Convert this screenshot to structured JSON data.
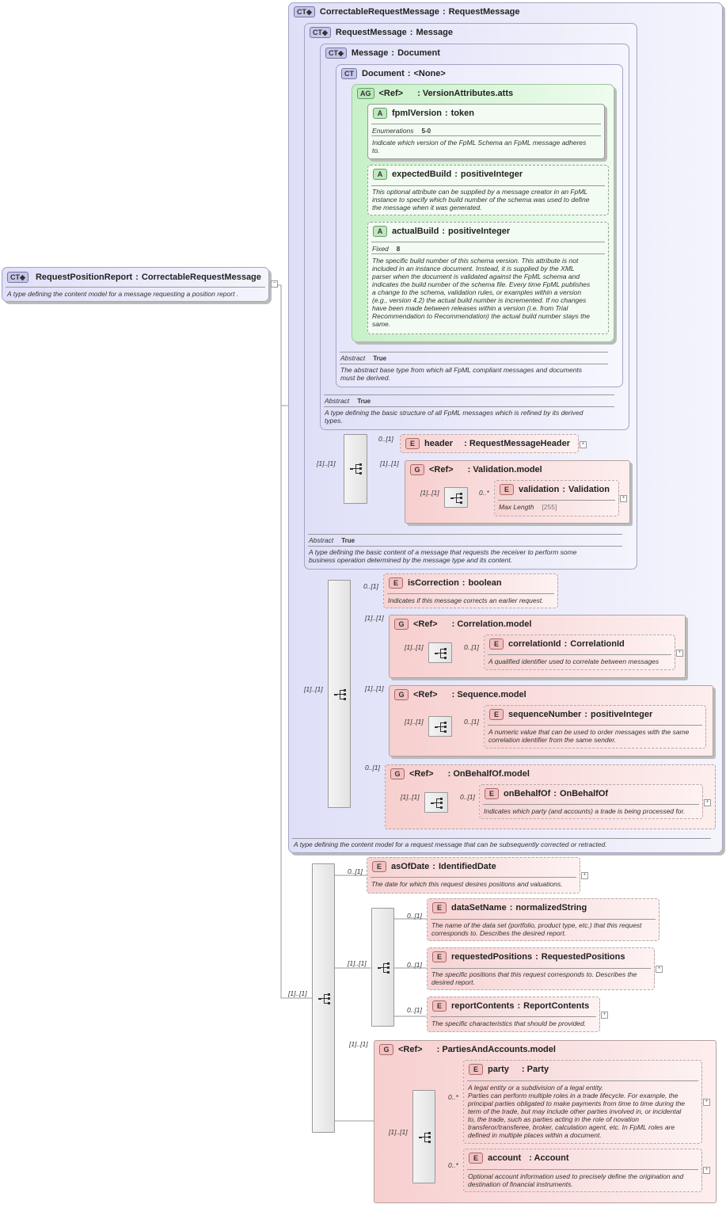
{
  "root": {
    "tag": "CT",
    "name": "RequestPositionReport",
    "type": "CorrectableRequestMessage",
    "doc": "A type defining the content model for a message requesting a position report ."
  },
  "crm": {
    "tag": "CT",
    "name": "CorrectableRequestMessage",
    "type": "RequestMessage",
    "doc": "A type defining the content model for a request message that can be subsequently corrected or retracted."
  },
  "rm": {
    "tag": "CT",
    "name": "RequestMessage",
    "type": "Message",
    "abstract_label": "Abstract",
    "abstract_val": "True",
    "doc": "A type defining the basic content of a message that requests the receiver to perform some\nbusiness operation determined by the message type and its content."
  },
  "msg": {
    "tag": "CT",
    "name": "Message",
    "type": "Document",
    "abstract_label": "Abstract",
    "abstract_val": "True",
    "doc": "A type defining the basic structure of all FpML messages which is refined by its derived\ntypes."
  },
  "docu": {
    "tag": "CT",
    "name": "Document",
    "type": "<None>",
    "abstract_label": "Abstract",
    "abstract_val": "True",
    "doc": "The abstract base type from which all FpML compliant messages and documents\nmust be derived."
  },
  "ag": {
    "tag": "AG",
    "ref": "<Ref>",
    "name": "VersionAttributes.atts"
  },
  "attrs": [
    {
      "tag": "A",
      "name": "fpmlVersion",
      "type": "token",
      "prop_label": "Enumerations",
      "prop_val": "5-0",
      "doc": "Indicate which version of the FpML Schema an FpML message adheres\nto."
    },
    {
      "tag": "A",
      "name": "expectedBuild",
      "type": "positiveInteger",
      "doc": "This optional attribute can be supplied by a message creator in an FpML\ninstance to specify which build number of the schema was used to define\nthe message when it was generated."
    },
    {
      "tag": "A",
      "name": "actualBuild",
      "type": "positiveInteger",
      "prop_label": "Fixed",
      "prop_val": "8",
      "doc": "The specific build number of this schema version. This attribute is not\nincluded in an instance document. Instead, it is supplied by the XML\nparser when the document is validated against the FpML schema and\nindicates the build number of the schema file. Every time FpML publishes\na change to the schema, validation rules, or examples within a version\n(e.g., version 4.2) the actual build number is incremented. If no changes\nhave been made between releases within a version (i.e. from Trial\nRecommendation to Recommendation) the actual build number stays the\nsame."
    }
  ],
  "header_el": {
    "tag": "E",
    "name": "header",
    "type": "RequestMessageHeader"
  },
  "validation_grp": {
    "tag": "G",
    "ref": "<Ref>",
    "name": "Validation.model"
  },
  "validation_el": {
    "tag": "E",
    "name": "validation",
    "type": "Validation",
    "prop_label": "Max Length",
    "prop_val": "[255]"
  },
  "isCorrection": {
    "tag": "E",
    "name": "isCorrection",
    "type": "boolean",
    "doc": "Indicates if this message corrects an earlier request."
  },
  "correlation_grp": {
    "tag": "G",
    "ref": "<Ref>",
    "name": "Correlation.model"
  },
  "correlationId": {
    "tag": "E",
    "name": "correlationId",
    "type": "CorrelationId",
    "doc": "A qualified identifier used to correlate between messages"
  },
  "sequence_grp": {
    "tag": "G",
    "ref": "<Ref>",
    "name": "Sequence.model"
  },
  "sequenceNumber": {
    "tag": "E",
    "name": "sequenceNumber",
    "type": "positiveInteger",
    "doc": "A numeric value that can be used to order messages with the same\ncorrelation identifier from the same sender."
  },
  "onbehalf_grp": {
    "tag": "G",
    "ref": "<Ref>",
    "name": "OnBehalfOf.model"
  },
  "onBehalfOf": {
    "tag": "E",
    "name": "onBehalfOf",
    "type": "OnBehalfOf",
    "doc": "Indicates which party (and accounts) a trade is being processed for."
  },
  "asOfDate": {
    "tag": "E",
    "name": "asOfDate",
    "type": "IdentifiedDate",
    "doc": "The date for which this request desires positions and valuations."
  },
  "dataSetName": {
    "tag": "E",
    "name": "dataSetName",
    "type": "normalizedString",
    "doc": "The name of the data set (portfolio, product type, etc.) that this request\ncorresponds to. Describes the desired report."
  },
  "requestedPositions": {
    "tag": "E",
    "name": "requestedPositions",
    "type": "RequestedPositions",
    "doc": "The specific positions that this request corresponds to. Describes the\ndesired report."
  },
  "reportContents": {
    "tag": "E",
    "name": "reportContents",
    "type": "ReportContents",
    "doc": "The specific characteristics that should be provided."
  },
  "parties_grp": {
    "tag": "G",
    "ref": "<Ref>",
    "name": "PartiesAndAccounts.model"
  },
  "party": {
    "tag": "E",
    "name": "party",
    "type": "Party",
    "doc": "A legal entity or a subdivision of a legal entity.\nParties can perform multiple roles in a trade lifecycle. For example, the\nprincipal parties obligated to make payments from time to time during the\nterm of the trade, but may include other parties involved in, or incidental\nto, the trade, such as parties acting in the role of novation\ntransferor/transferee, broker, calculation agent, etc. In FpML roles are\ndefined in multiple places within a document."
  },
  "account": {
    "tag": "E",
    "name": "account",
    "type": "Account",
    "doc": "Optional account information used to precisely define the origination and\ndestination of financial instruments."
  },
  "cards": {
    "c01": "0..[1]",
    "c11": "[1]..[1]",
    "c11b": "[1]..[1]",
    "c0n": "0..*",
    "c01b": "0..[1]",
    "c11c": "[1]..[1]",
    "c11d": "[1]..[1]",
    "c01c": "0..[1]",
    "c11e": "[1]..[1]",
    "c11f": "[1]..[1]",
    "c01d": "0..[1]",
    "c01e": "0..[1]",
    "c11g": "[1]..[1]",
    "c01f": "0..[1]",
    "c11h": "[1]..[1]",
    "c11i": "[1]..[1]",
    "c01g": "0..[1]",
    "c11j": "[1]..[1]",
    "c01h": "0..[1]",
    "c01i": "0..[1]",
    "c01j": "0..[1]",
    "c11k": "[1]..[1]",
    "c11l": "[1]..[1]",
    "c0n2": "0..*",
    "c0n3": "0..*"
  },
  "colon": ":"
}
